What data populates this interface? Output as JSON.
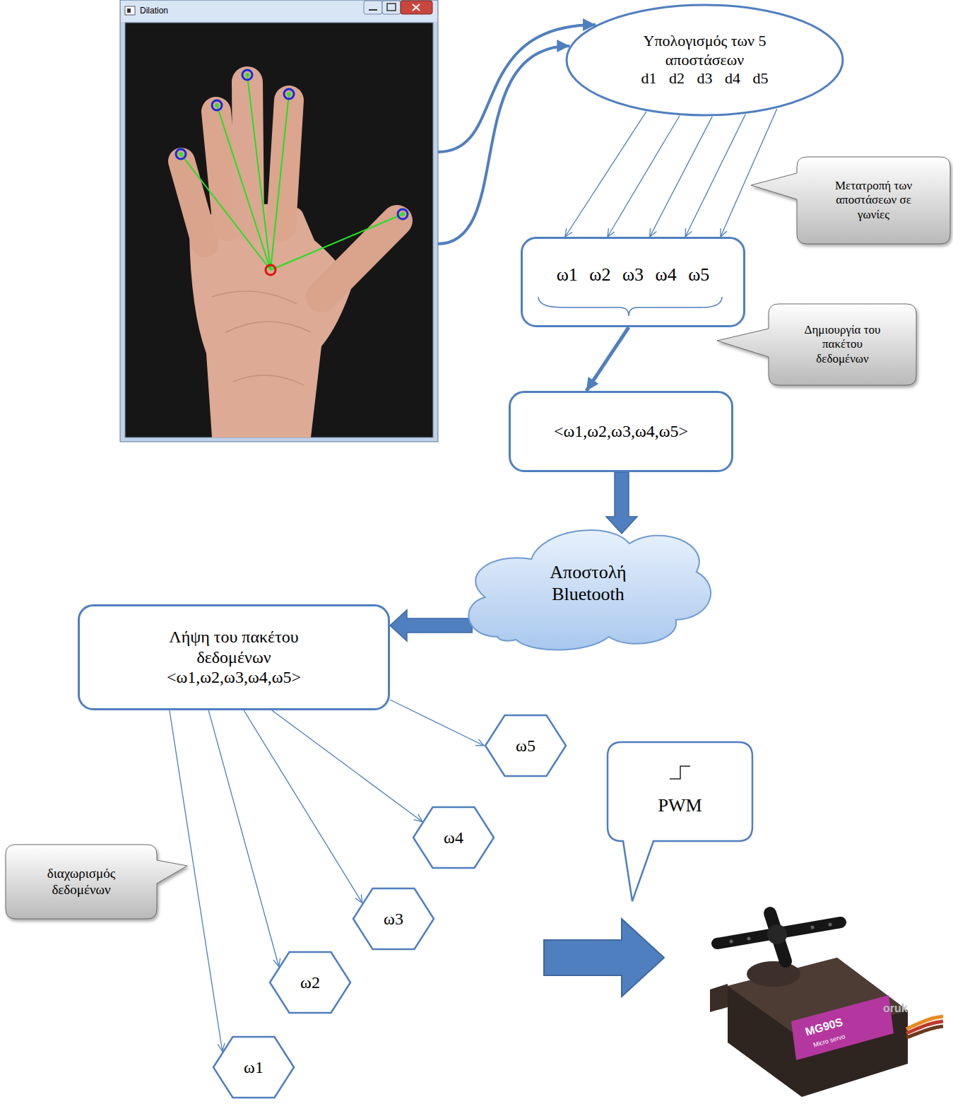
{
  "diagram": {
    "nodes": [
      {
        "text": [
          "Dilation"
        ]
      },
      {
        "text": [
          "Υπολογισμός των 5 αποστάσεων",
          "d1 d2 d3 d4 d5"
        ]
      },
      {
        "text": [
          "Μετατροπή των αποστάσεων σε γωνίες"
        ]
      },
      {
        "text": [
          "ω1 ω2 ω3 ω4 ω5"
        ]
      },
      {
        "text": [
          "Δημιουργία του πακέτου δεδομένων"
        ]
      },
      {
        "text": [
          "<ω1,ω2,ω3,ω4,ω5>"
        ]
      },
      {
        "text": [
          "Αποστολή Bluetooth"
        ]
      },
      {
        "text": [
          "Λήψη του πακέτου δεδομένων",
          "<ω1,ω2,ω3,ω4,ω5>"
        ]
      },
      {
        "text": [
          "ω5"
        ]
      },
      {
        "text": [
          "PWM"
        ]
      },
      {
        "text": [
          "ω4"
        ]
      },
      {
        "text": [
          "διαχωρισμός δεδομένων"
        ]
      },
      {
        "text": [
          "ω3"
        ]
      },
      {
        "text": [
          "ω2"
        ]
      },
      {
        "text": [
          "ω1"
        ]
      }
    ],
    "edges": [
      {
        "from": 0,
        "to": 1,
        "arrow": "to"
      },
      {
        "from": 0,
        "to": 1,
        "arrow": "to"
      },
      {
        "from": 1,
        "to": 3,
        "arrow": "to"
      },
      {
        "from": 1,
        "to": 3,
        "arrow": "to"
      },
      {
        "from": 1,
        "to": 3,
        "arrow": "to"
      },
      {
        "from": 1,
        "to": 3,
        "arrow": "to"
      },
      {
        "from": 1,
        "to": 3,
        "arrow": "to"
      },
      {
        "from": 3,
        "to": 5,
        "arrow": "to"
      },
      {
        "from": 5,
        "to": 6,
        "arrow": "to"
      },
      {
        "from": 6,
        "to": 7,
        "arrow": "to"
      },
      {
        "from": 7,
        "to": 14,
        "arrow": "to"
      },
      {
        "from": 7,
        "to": 13,
        "arrow": "to"
      },
      {
        "from": 7,
        "to": 12,
        "arrow": "to"
      },
      {
        "from": 7,
        "to": 10,
        "arrow": "to"
      },
      {
        "from": 7,
        "to": 8,
        "arrow": "to"
      }
    ],
    "labels": [
      "MG90S",
      "Micro servo",
      "oruk"
    ]
  }
}
